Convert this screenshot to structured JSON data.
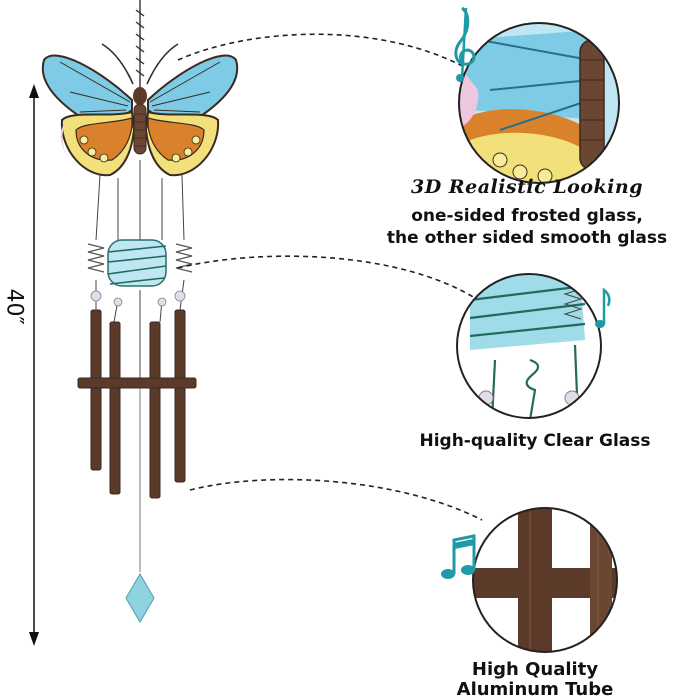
{
  "dimension": {
    "label": "40″"
  },
  "callouts": [
    {
      "title": "3D Realistic Looking",
      "lines": [
        "one-sided frosted glass,",
        "the other sided smooth glass"
      ]
    },
    {
      "title": "High-quality Clear Glass"
    },
    {
      "title_lines": [
        "High Quality",
        "Aluminum Tube"
      ]
    }
  ],
  "colors": {
    "glass_blue": "#7ecbe6",
    "glass_light_blue": "#bfe7f3",
    "wing_orange": "#d9822b",
    "wing_yellow": "#f2e07a",
    "wing_pink": "#efc6e0",
    "bronze": "#5b3a2a",
    "note_teal": "#1f9aa6"
  },
  "icons": [
    "music-note-icon",
    "double-note-icon",
    "treble-clef-icon"
  ]
}
